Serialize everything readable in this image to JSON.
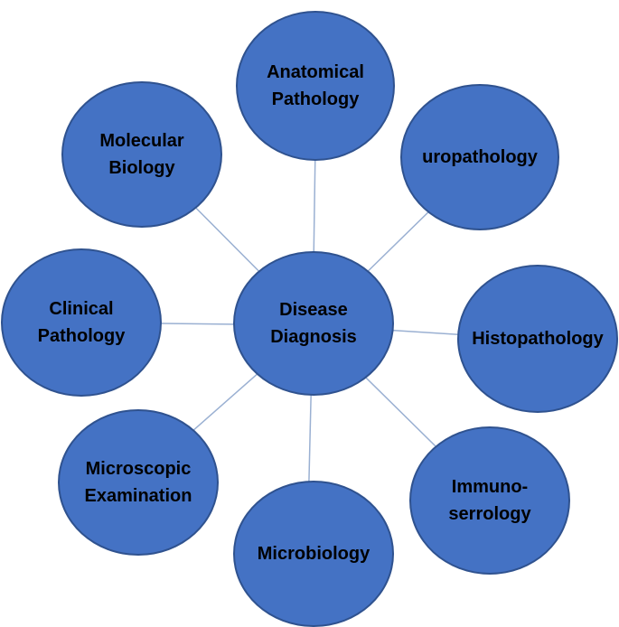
{
  "diagram": {
    "center": {
      "label": "Disease\nDiagnosis"
    },
    "nodes": [
      {
        "id": "anatomical-pathology",
        "label": "Anatomical\nPathology"
      },
      {
        "id": "uropathology",
        "label": "uropathology"
      },
      {
        "id": "histopathology",
        "label": "Histopathology"
      },
      {
        "id": "immunoserrology",
        "label": "Immuno-\nserrology"
      },
      {
        "id": "microbiology",
        "label": "Microbiology"
      },
      {
        "id": "microscopic-examination",
        "label": "Microscopic\nExamination"
      },
      {
        "id": "clinical-pathology",
        "label": "Clinical\nPathology"
      },
      {
        "id": "molecular-biology",
        "label": "Molecular\nBiology"
      }
    ],
    "colors": {
      "node_fill": "#4472c4",
      "node_border": "#2f528f",
      "connector": "#9ab0d2",
      "text": "#000000"
    }
  }
}
